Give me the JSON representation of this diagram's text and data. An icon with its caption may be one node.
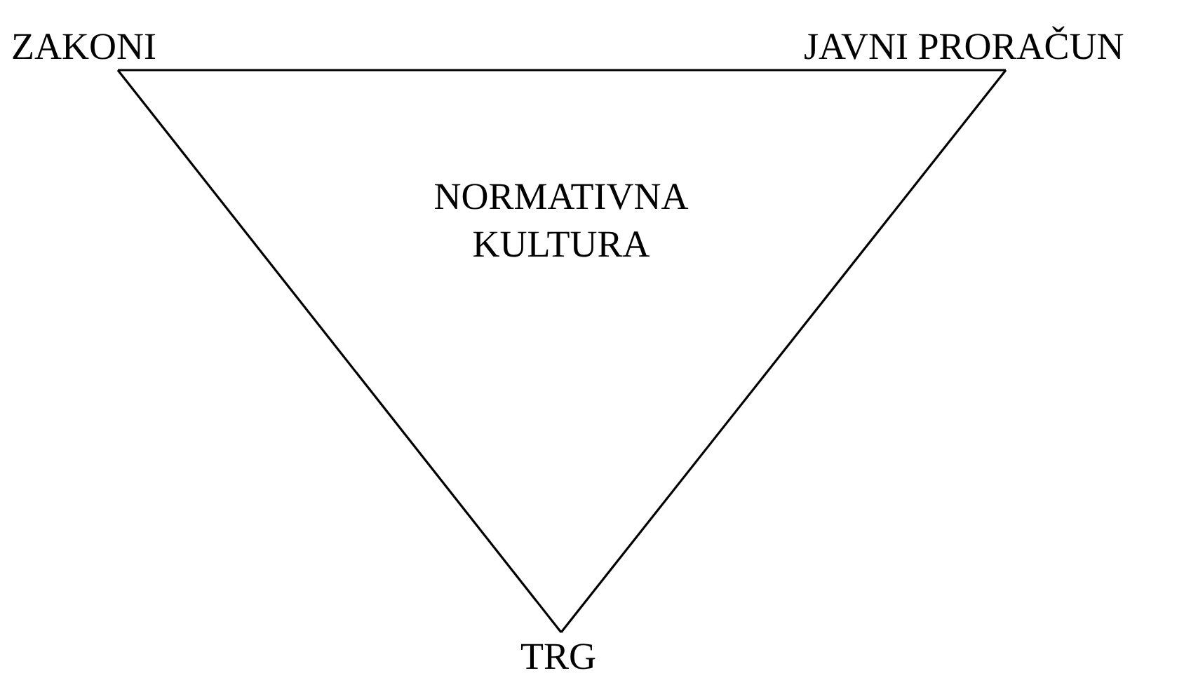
{
  "diagram": {
    "nodes": [
      {
        "text": [
          "ZAKONI"
        ]
      },
      {
        "text": [
          "JAVNI PRORAČUN"
        ]
      },
      {
        "text": [
          "TRG"
        ]
      }
    ],
    "edges": [
      {
        "from": 0,
        "to": 1,
        "arrow": "none"
      },
      {
        "from": 1,
        "to": 2,
        "arrow": "none"
      },
      {
        "from": 2,
        "to": 0,
        "arrow": "none"
      }
    ],
    "labels": [
      "NORMATIVNA KULTURA"
    ]
  }
}
